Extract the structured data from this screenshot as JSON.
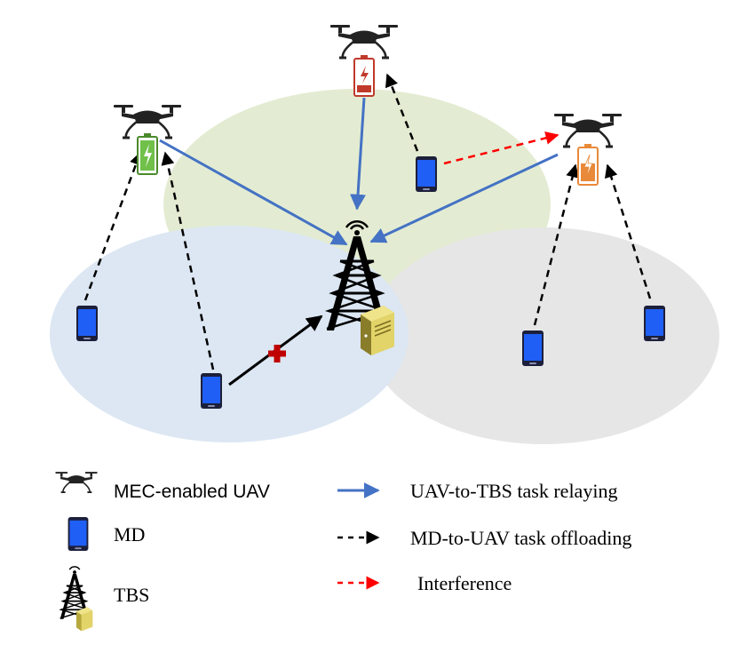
{
  "colors": {
    "zone_green": "#e3ecd2",
    "zone_blue": "#dce7f3",
    "zone_gray": "#e6e6e6",
    "relay_arrow": "#4472c4",
    "offload_arrow": "#000000",
    "interference_arrow": "#ff0000",
    "blocked_marker": "#c00000",
    "md_screen": "#1f5ff5",
    "md_body": "#1c1f3a",
    "server_fill": "#e3d46a",
    "battery_green": "#70c04a",
    "battery_red": "#c0392b",
    "battery_orange": "#e88a3a"
  },
  "icons": {
    "uav": "drone-icon",
    "md": "mobile-device-icon",
    "tbs": "tower-icon",
    "server": "server-icon",
    "battery": "battery-icon",
    "blocked": "cross-icon"
  },
  "legend": {
    "uav_label": "MEC-enabled UAV",
    "md_label": "MD",
    "tbs_label": "TBS",
    "relay_label": "UAV-to-TBS task relaying",
    "offload_label": "MD-to-UAV task offloading",
    "interference_label": "Interference"
  }
}
